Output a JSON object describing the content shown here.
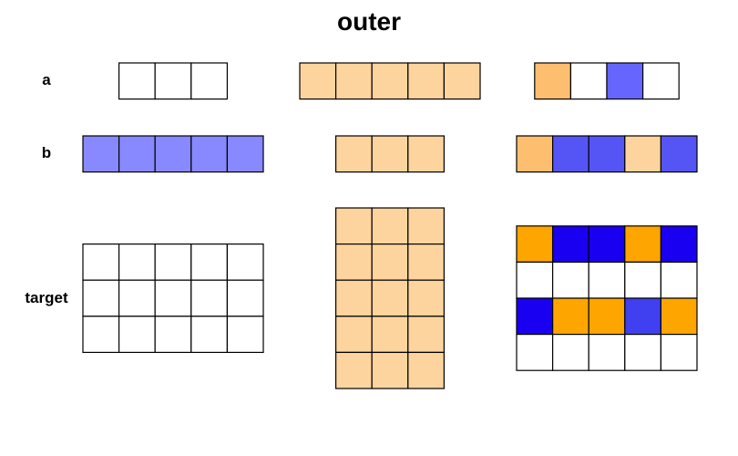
{
  "title": "outer",
  "row_labels": {
    "a": "a",
    "b": "b",
    "target": "target"
  },
  "colors": {
    "empty": "#ffffff",
    "light_orange": "#fdd49e",
    "mid_orange": "#fdbf6f",
    "orange": "#ffa500",
    "light_blue": "#8888ff",
    "mid_blue": "#5555f5",
    "blue": "#1a00f0",
    "medium_blue": "#4040f0",
    "pale_blue": "#6666ff"
  },
  "panels": [
    {
      "name": "left",
      "a": {
        "rows": 1,
        "cols": 3,
        "cells": [
          [
            "empty",
            "empty",
            "empty"
          ]
        ]
      },
      "b": {
        "rows": 1,
        "cols": 5,
        "cells": [
          [
            "light_blue",
            "light_blue",
            "light_blue",
            "light_blue",
            "light_blue"
          ]
        ]
      },
      "target": {
        "rows": 3,
        "cols": 5,
        "cells": [
          [
            "empty",
            "empty",
            "empty",
            "empty",
            "empty"
          ],
          [
            "empty",
            "empty",
            "empty",
            "empty",
            "empty"
          ],
          [
            "empty",
            "empty",
            "empty",
            "empty",
            "empty"
          ]
        ]
      }
    },
    {
      "name": "middle",
      "a": {
        "rows": 1,
        "cols": 5,
        "cells": [
          [
            "light_orange",
            "light_orange",
            "light_orange",
            "light_orange",
            "light_orange"
          ]
        ]
      },
      "b": {
        "rows": 1,
        "cols": 3,
        "cells": [
          [
            "light_orange",
            "light_orange",
            "light_orange"
          ]
        ]
      },
      "target": {
        "rows": 5,
        "cols": 3,
        "cells": [
          [
            "light_orange",
            "light_orange",
            "light_orange"
          ],
          [
            "light_orange",
            "light_orange",
            "light_orange"
          ],
          [
            "light_orange",
            "light_orange",
            "light_orange"
          ],
          [
            "light_orange",
            "light_orange",
            "light_orange"
          ],
          [
            "light_orange",
            "light_orange",
            "light_orange"
          ]
        ]
      }
    },
    {
      "name": "right",
      "a": {
        "rows": 1,
        "cols": 4,
        "cells": [
          [
            "mid_orange",
            "empty",
            "pale_blue",
            "empty"
          ]
        ]
      },
      "b": {
        "rows": 1,
        "cols": 5,
        "cells": [
          [
            "mid_orange",
            "mid_blue",
            "mid_blue",
            "light_orange",
            "mid_blue"
          ]
        ]
      },
      "target": {
        "rows": 4,
        "cols": 5,
        "cells": [
          [
            "orange",
            "blue",
            "blue",
            "orange",
            "blue"
          ],
          [
            "empty",
            "empty",
            "empty",
            "empty",
            "empty"
          ],
          [
            "blue",
            "orange",
            "orange",
            "medium_blue",
            "orange"
          ],
          [
            "empty",
            "empty",
            "empty",
            "empty",
            "empty"
          ]
        ]
      }
    }
  ]
}
